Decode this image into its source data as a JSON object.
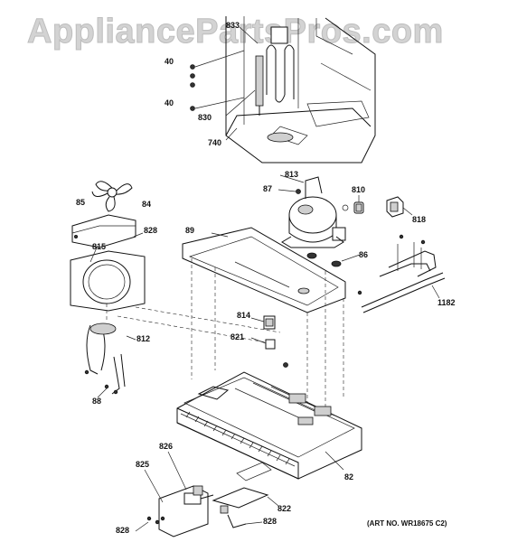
{
  "watermark": "AppliancePartsPros.com",
  "art_number": "(ART NO. WR18675 C2)",
  "part_labels": {
    "p833": "833",
    "p40a": "40",
    "p40b": "40",
    "p830": "830",
    "p740": "740",
    "p813": "813",
    "p87": "87",
    "p810": "810",
    "p818": "818",
    "p85": "85",
    "p84": "84",
    "p828a": "828",
    "p815": "815",
    "p89": "89",
    "p86": "86",
    "p1182": "1182",
    "p814": "814",
    "p821": "821",
    "p812": "812",
    "p88": "88",
    "p82": "82",
    "p826": "826",
    "p825": "825",
    "p822": "822",
    "p828b": "828",
    "p828c": "828"
  }
}
